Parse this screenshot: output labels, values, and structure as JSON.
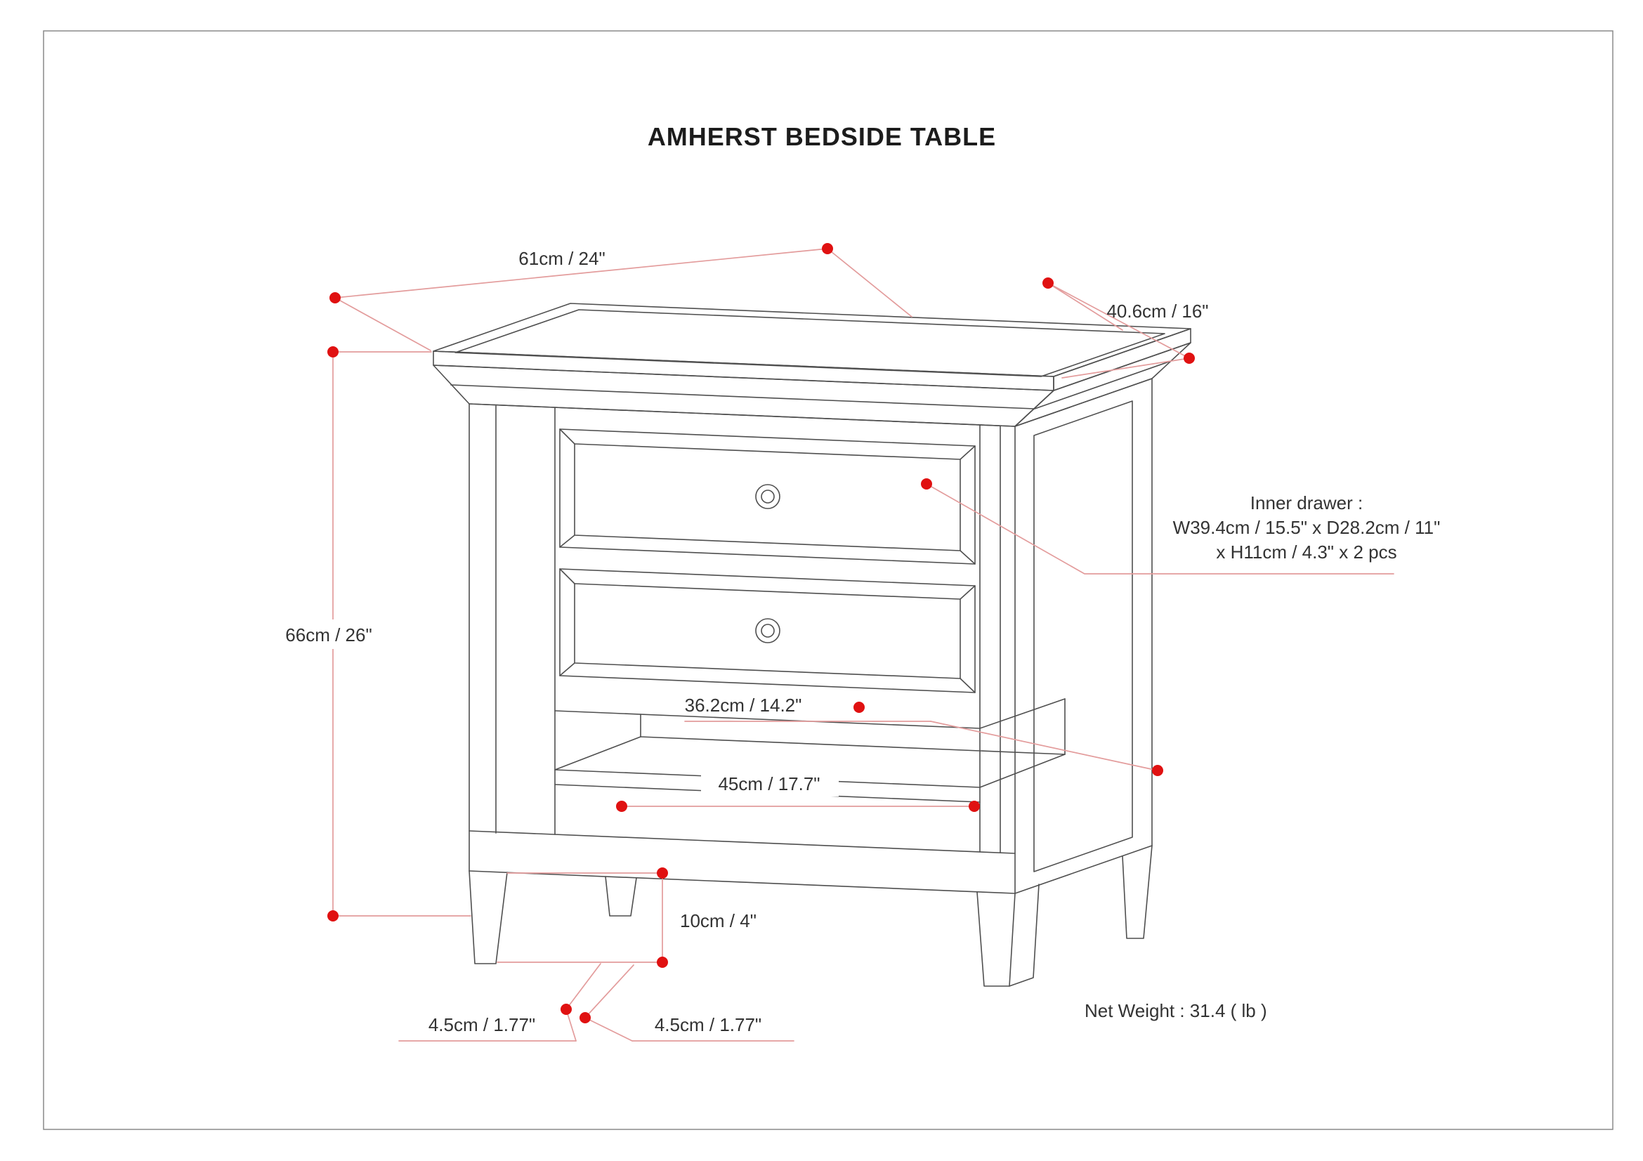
{
  "product": {
    "title": "AMHERST BEDSIDE TABLE"
  },
  "dims": {
    "width": {
      "label": "61cm / 24\""
    },
    "depth": {
      "label": "40.6cm / 16\""
    },
    "height": {
      "label": "66cm / 26\""
    },
    "shelf_opening": {
      "label": "36.2cm / 14.2\""
    },
    "shelf_width": {
      "label": "45cm / 17.7\""
    },
    "leg_height": {
      "label": "10cm / 4\""
    },
    "leg_foot_width": {
      "label": "4.5cm / 1.77\""
    },
    "leg_foot_depth": {
      "label": "4.5cm / 1.77\""
    }
  },
  "inner_drawer": {
    "line1": "Inner drawer :",
    "line2": "W39.4cm / 15.5\" x D28.2cm / 11\"",
    "line3": "x H11cm / 4.3\" x 2 pcs"
  },
  "footer": {
    "net_weight": "Net Weight : 31.4 ( lb )"
  },
  "colors": {
    "marker_dot": "#e01111",
    "dim_line": "#e39c9c",
    "line_art": "#4f4f4f",
    "label_text": "#333333"
  }
}
